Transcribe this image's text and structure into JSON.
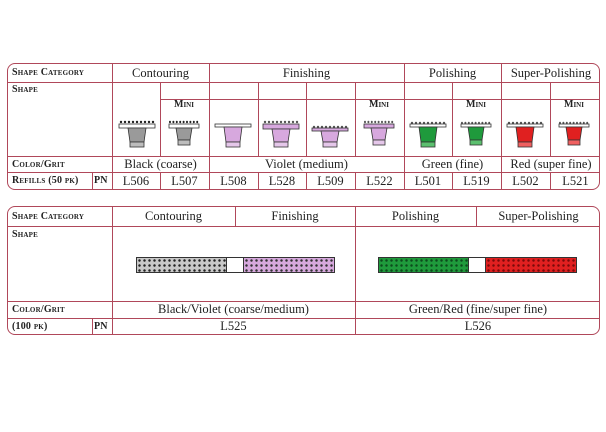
{
  "colors": {
    "border": "#b0485a",
    "black": "#9a9a9a",
    "violet": "#d7a8de",
    "green": "#1f9a3c",
    "red": "#e02020"
  },
  "table1": {
    "labels": {
      "shape_category": "Shape Category",
      "shape": "Shape",
      "color_grit": "Color/Grit",
      "refills": "Refills (50 pk)",
      "pn": "PN"
    },
    "mini_label": "Mini",
    "categories": [
      "Contouring",
      "Finishing",
      "Polishing",
      "Super-Polishing"
    ],
    "grits": [
      "Black (coarse)",
      "Violet (medium)",
      "Green (fine)",
      "Red (super fine)"
    ],
    "part_numbers": [
      "L506",
      "L507",
      "L508",
      "L528",
      "L509",
      "L522",
      "L501",
      "L519",
      "L502",
      "L521"
    ]
  },
  "table2": {
    "labels": {
      "shape_category": "Shape Category",
      "shape": "Shape",
      "color_grit": "Color/Grit",
      "pack": "(100 pk)",
      "pn": "PN"
    },
    "categories": [
      "Contouring",
      "Finishing",
      "Polishing",
      "Super-Polishing"
    ],
    "grits": [
      "Black/Violet (coarse/medium)",
      "Green/Red (fine/super fine)"
    ],
    "part_numbers": [
      "L525",
      "L526"
    ]
  }
}
